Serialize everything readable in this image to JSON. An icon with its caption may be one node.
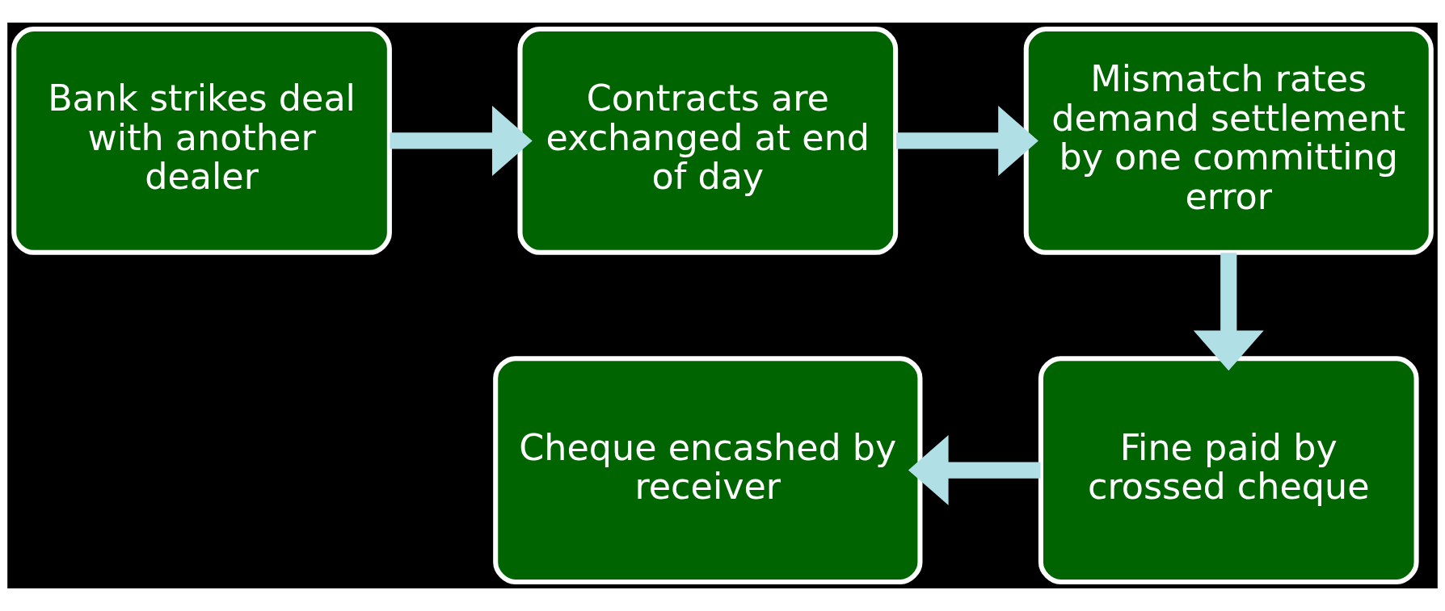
{
  "diagram": {
    "nodes": [
      {
        "text": [
          "Bank strikes deal with another dealer"
        ]
      },
      {
        "text": [
          "Contracts are exchanged at end of day"
        ]
      },
      {
        "text": [
          "Mismatch rates demand settlement by one committing error"
        ]
      },
      {
        "text": [
          "Fine paid by crossed cheque"
        ]
      },
      {
        "text": [
          "Cheque encashed by receiver"
        ]
      }
    ],
    "edges": [
      {
        "from": 0,
        "to": 1,
        "arrow": "to"
      },
      {
        "from": 1,
        "to": 2,
        "arrow": "to"
      },
      {
        "from": 2,
        "to": 3,
        "arrow": "to"
      },
      {
        "from": 3,
        "to": 4,
        "arrow": "to"
      }
    ]
  }
}
